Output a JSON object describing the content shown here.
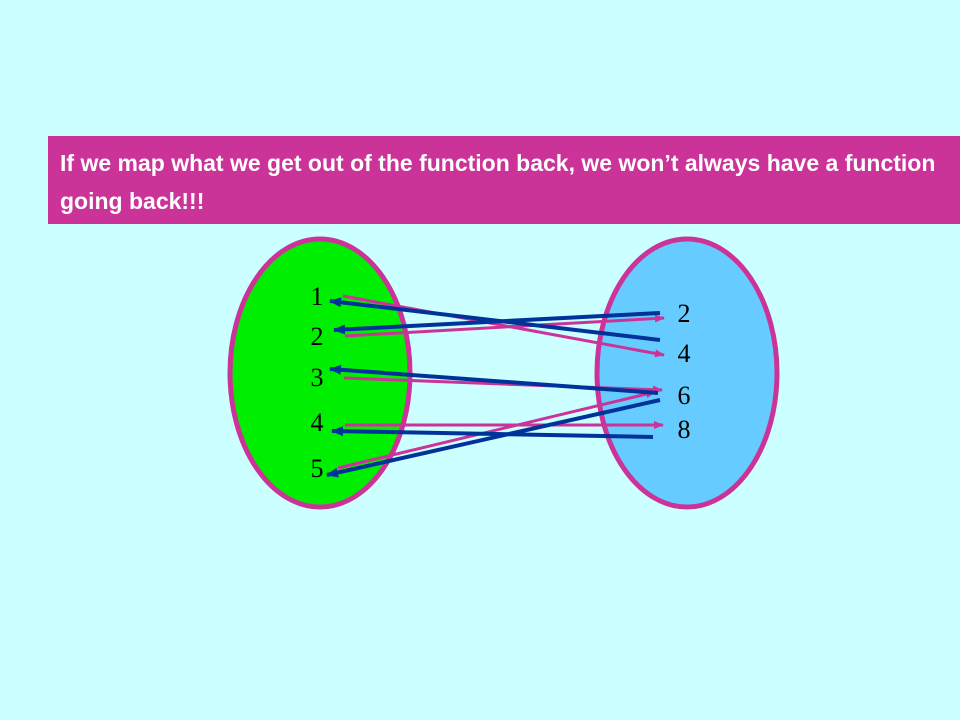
{
  "banner": {
    "text": "If we map what we get out of the function back, we won’t always have a function going back!!!"
  },
  "colors": {
    "background": "#ccffff",
    "banner": "#cc3399",
    "domain_fill": "#00ee00",
    "range_fill": "#66ccff",
    "oval_border": "#cc3399",
    "forward_arrow": "#cc3399",
    "backward_arrow": "#003399"
  },
  "domain": {
    "values": [
      "1",
      "2",
      "3",
      "4",
      "5"
    ]
  },
  "range": {
    "values": [
      "2",
      "4",
      "6",
      "8"
    ]
  },
  "forward_map": [
    {
      "from": "1",
      "to": "4"
    },
    {
      "from": "2",
      "to": "2"
    },
    {
      "from": "3",
      "to": "6"
    },
    {
      "from": "4",
      "to": "8"
    },
    {
      "from": "5",
      "to": "6"
    }
  ],
  "backward_map": [
    {
      "from": "2",
      "to": "2"
    },
    {
      "from": "4",
      "to": "1"
    },
    {
      "from": "6",
      "to": "3"
    },
    {
      "from": "6",
      "to": "5"
    },
    {
      "from": "8",
      "to": "4"
    }
  ]
}
